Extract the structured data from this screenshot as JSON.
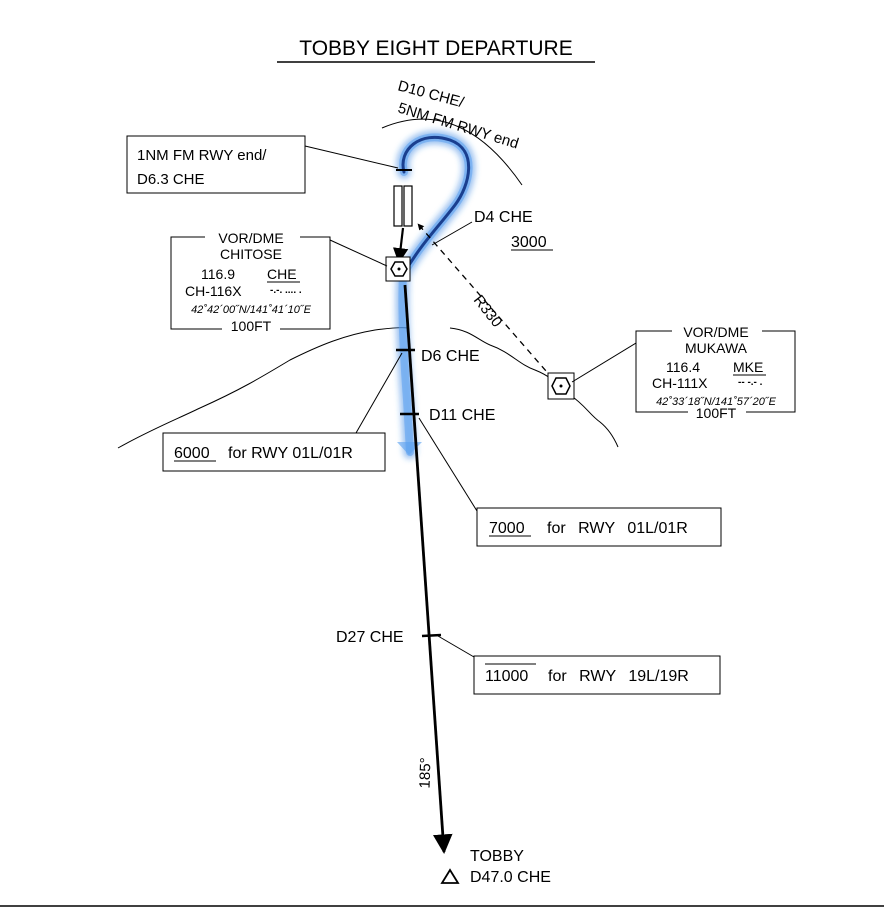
{
  "chart": {
    "title": "TOBBY EIGHT DEPARTURE"
  },
  "arc_label": {
    "line1": "D10 CHE/",
    "line2": "5NM FM RWY end"
  },
  "turn_point_box": {
    "line1": "1NM FM RWY end/",
    "line2": "D6.3 CHE"
  },
  "d4_fix": {
    "label": "D4 CHE",
    "altitude": "3000"
  },
  "radial": {
    "label": "R330"
  },
  "navaids": [
    {
      "type": "VOR/DME",
      "name": "CHITOSE",
      "frequency": "116.9",
      "ident": "CHE",
      "channel": "CH-116X",
      "morse": "-.-. .... .",
      "coords": "42˚42´00˝N/141˚41´10˝E",
      "elevation": "100FT"
    },
    {
      "type": "VOR/DME",
      "name": "MUKAWA",
      "frequency": "116.4",
      "ident": "MKE",
      "channel": "CH-111X",
      "morse": "-- -.- .",
      "coords": "42˚33´18˝N/141˚57´20˝E",
      "elevation": "100FT"
    }
  ],
  "fixes": [
    {
      "label": "D6 CHE"
    },
    {
      "label": "D11 CHE"
    },
    {
      "label": "D27 CHE"
    }
  ],
  "altitude_boxes": [
    {
      "altitude": "6000",
      "text": "for RWY 01L/01R"
    },
    {
      "altitude": "7000",
      "text": "for RWY 01L/01R"
    },
    {
      "altitude": "11000",
      "text": "for RWY 19L/19R"
    }
  ],
  "course": {
    "label": "185°"
  },
  "waypoint": {
    "name": "TOBBY",
    "distance": "D47.0 CHE"
  },
  "colors": {
    "ink": "#000000",
    "highlight": "#2f7fe0",
    "highlight_core": "#1a3f8f"
  }
}
